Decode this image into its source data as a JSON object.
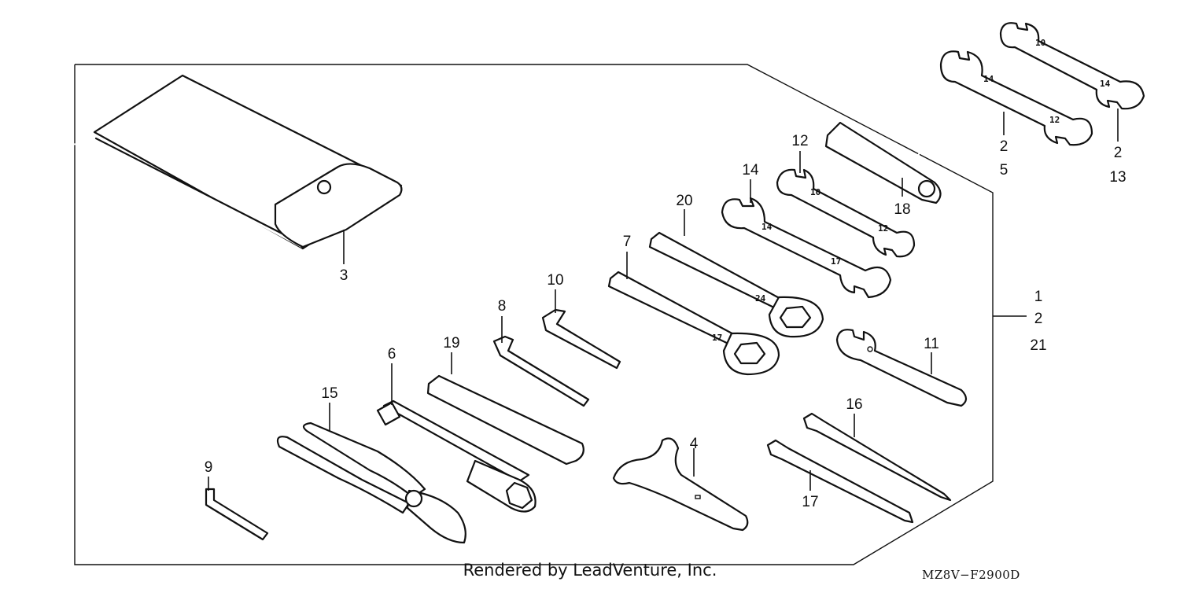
{
  "diagram": {
    "code": "MZ8V−F2900D",
    "credit": "Rendered by LeadVenture, Inc."
  },
  "callouts": {
    "c1": "1",
    "c2": "2",
    "c21": "21",
    "c3": "3",
    "c4": "4",
    "c2_5": "2",
    "c5": "5",
    "c2_13": "2",
    "c13": "13",
    "c6": "6",
    "c7": "7",
    "c8": "8",
    "c9": "9",
    "c10": "10",
    "c11": "11",
    "c12": "12",
    "c14": "14",
    "c15": "15",
    "c16": "16",
    "c17": "17",
    "c18": "18",
    "c19": "19",
    "c20": "20"
  },
  "stamps": {
    "s17a": "17",
    "s24": "24",
    "s14a": "14",
    "s17b": "17",
    "s10": "10",
    "s12": "12",
    "s14b": "14",
    "s12b": "12",
    "s10b": "10",
    "s14c": "14"
  }
}
